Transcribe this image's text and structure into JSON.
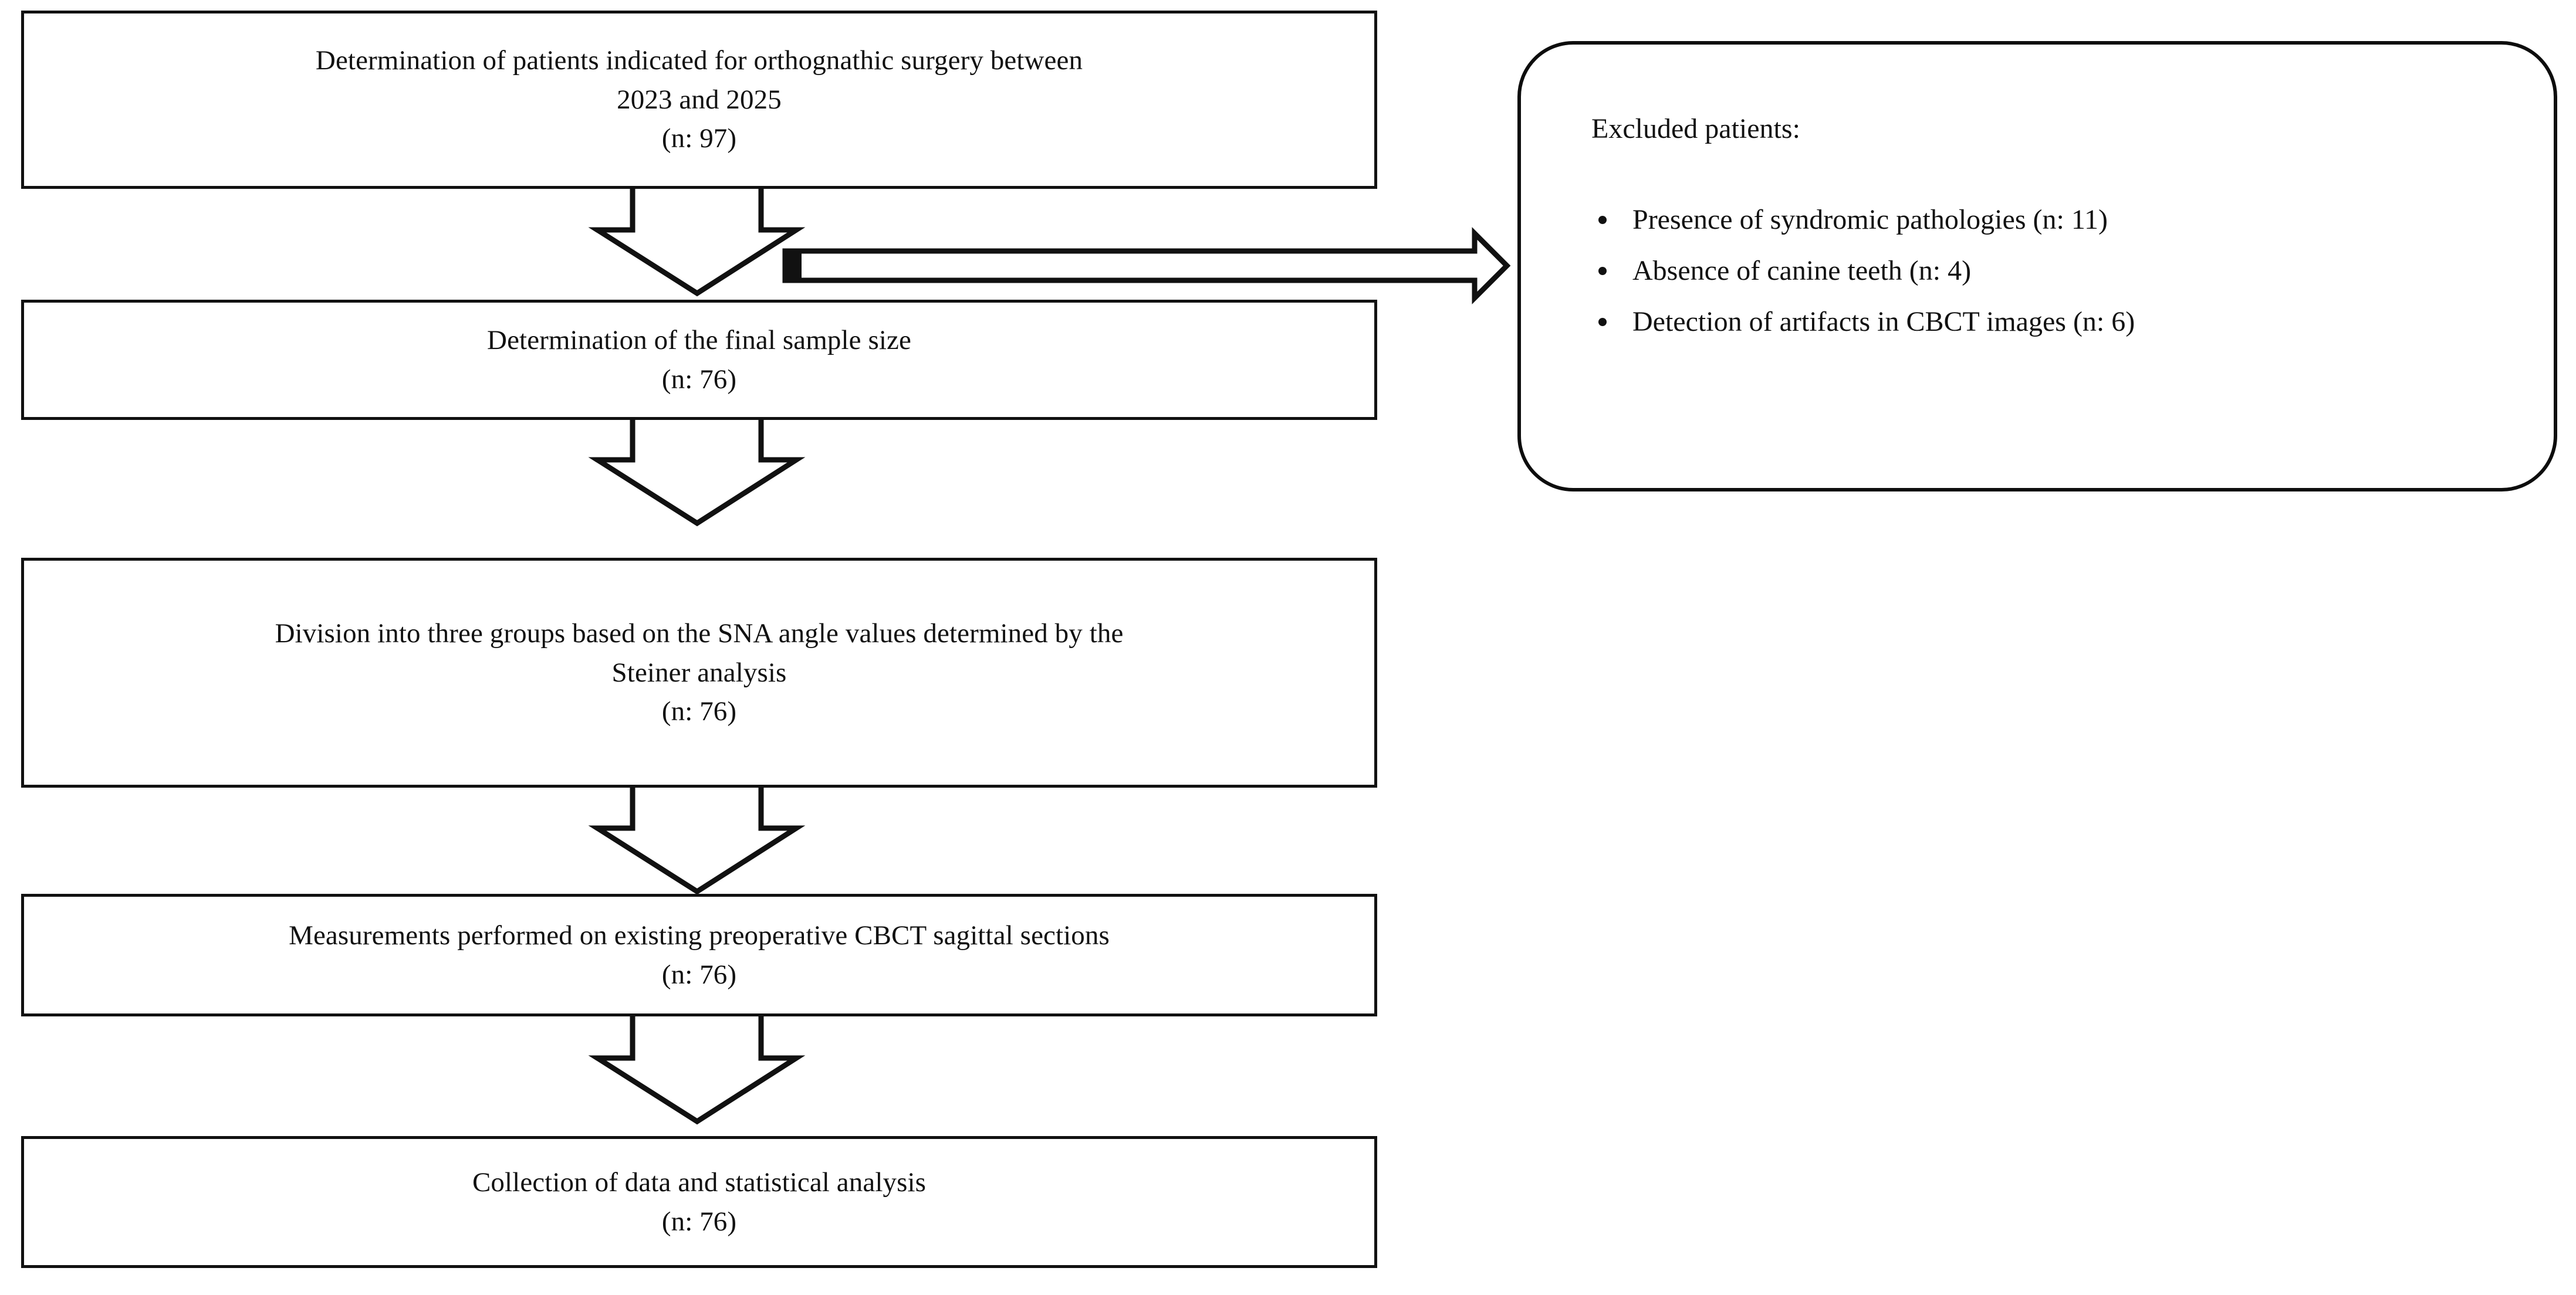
{
  "diagram": {
    "title": "Study selection flowchart",
    "type": "flowchart",
    "background_color": "#ffffff",
    "line_color": "#111111"
  },
  "flow_steps": [
    {
      "id": "step-enrollment",
      "text": "Determination of patients indicated for orthognathic surgery between\n2023 and 2025\n(n: 97)",
      "count_label": "(n: 97)",
      "count": 97
    },
    {
      "id": "step-final-sample",
      "text": "Determination of the final sample size\n(n: 76)",
      "count_label": "(n: 76)",
      "count": 76
    },
    {
      "id": "step-grouping",
      "text": "Division into three groups based on the SNA angle values determined by the\nSteiner analysis\n(n: 76)",
      "count_label": "(n: 76)",
      "count": 76
    },
    {
      "id": "step-measurements",
      "text": "Measurements performed on existing preoperative CBCT sagittal sections\n(n: 76)",
      "count_label": "(n: 76)",
      "count": 76
    },
    {
      "id": "step-analysis",
      "text": "Collection of data and  statistical analysis\n(n: 76)",
      "count_label": "(n: 76)",
      "count": 76
    }
  ],
  "excluded": {
    "title": "Excluded patients:",
    "items": [
      "Presence of syndromic pathologies (n: 11)",
      "Absence of canine teeth (n: 4)",
      "Detection of artifacts in CBCT images (n: 6)"
    ],
    "counts": [
      11,
      4,
      6
    ]
  },
  "connectors": [
    {
      "id": "arrow-step1-to-step2",
      "direction": "down",
      "style": "hollow-block-arrow"
    },
    {
      "id": "arrow-step1-to-excluded",
      "direction": "right",
      "style": "hollow-block-arrow"
    },
    {
      "id": "arrow-step2-to-step3",
      "direction": "down",
      "style": "hollow-block-arrow"
    },
    {
      "id": "arrow-step3-to-step4",
      "direction": "down",
      "style": "hollow-block-arrow"
    },
    {
      "id": "arrow-step4-to-step5",
      "direction": "down",
      "style": "hollow-block-arrow"
    }
  ]
}
